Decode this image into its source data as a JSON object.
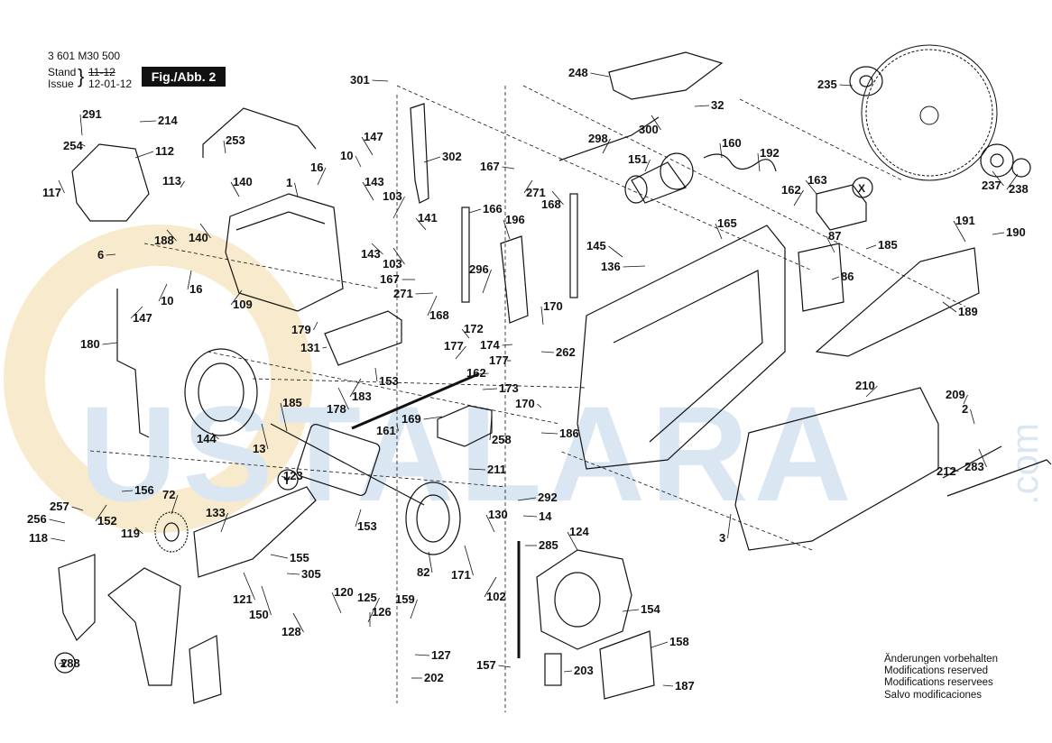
{
  "header": {
    "doc_number": "3 601 M30 500",
    "stand_label": "Stand",
    "stand_value": "11-12",
    "issue_label": "Issue",
    "issue_value": "12-01-12",
    "figure_label": "Fig./Abb. 2"
  },
  "watermark": {
    "text": "USTALARA",
    "suffix": ".com"
  },
  "notes": [
    "Änderungen vorbehalten",
    "Modifications reserved",
    "Modifications reservees",
    "Salvo modificaciones"
  ],
  "callouts": [
    "301",
    "248",
    "235",
    "32",
    "302",
    "298",
    "300",
    "160",
    "192",
    "291",
    "214",
    "254",
    "112",
    "117",
    "253",
    "147",
    "16",
    "10",
    "1",
    "140",
    "143",
    "103",
    "113",
    "188",
    "140",
    "141",
    "167",
    "271",
    "168",
    "151",
    "166",
    "196",
    "237",
    "238",
    "162",
    "163",
    "X",
    "191",
    "190",
    "165",
    "87",
    "185",
    "86",
    "189",
    "145",
    "136",
    "6",
    "147",
    "10",
    "16",
    "109",
    "143",
    "103",
    "167",
    "271",
    "168",
    "296",
    "172",
    "170",
    "179",
    "131",
    "177",
    "174",
    "262",
    "180",
    "153",
    "183",
    "178",
    "161",
    "169",
    "173",
    "170",
    "177",
    "162",
    "258",
    "186",
    "210",
    "209",
    "2",
    "144",
    "13",
    "185",
    "211",
    "283",
    "212",
    "Y",
    "123",
    "156",
    "72",
    "257",
    "256",
    "118",
    "152",
    "119",
    "133",
    "292",
    "14",
    "130",
    "124",
    "155",
    "305",
    "82",
    "171",
    "285",
    "3",
    "153",
    "121",
    "150",
    "120",
    "125",
    "126",
    "159",
    "102",
    "154",
    "128",
    "127",
    "202",
    "158",
    "157",
    "203",
    "187",
    "Y",
    "288"
  ],
  "icons": [
    "circled-x-marker",
    "circled-y-marker"
  ],
  "colors": {
    "line": "#111111",
    "watermark_orange": "#f3d9a6",
    "watermark_blue": "#bcd4ea"
  }
}
